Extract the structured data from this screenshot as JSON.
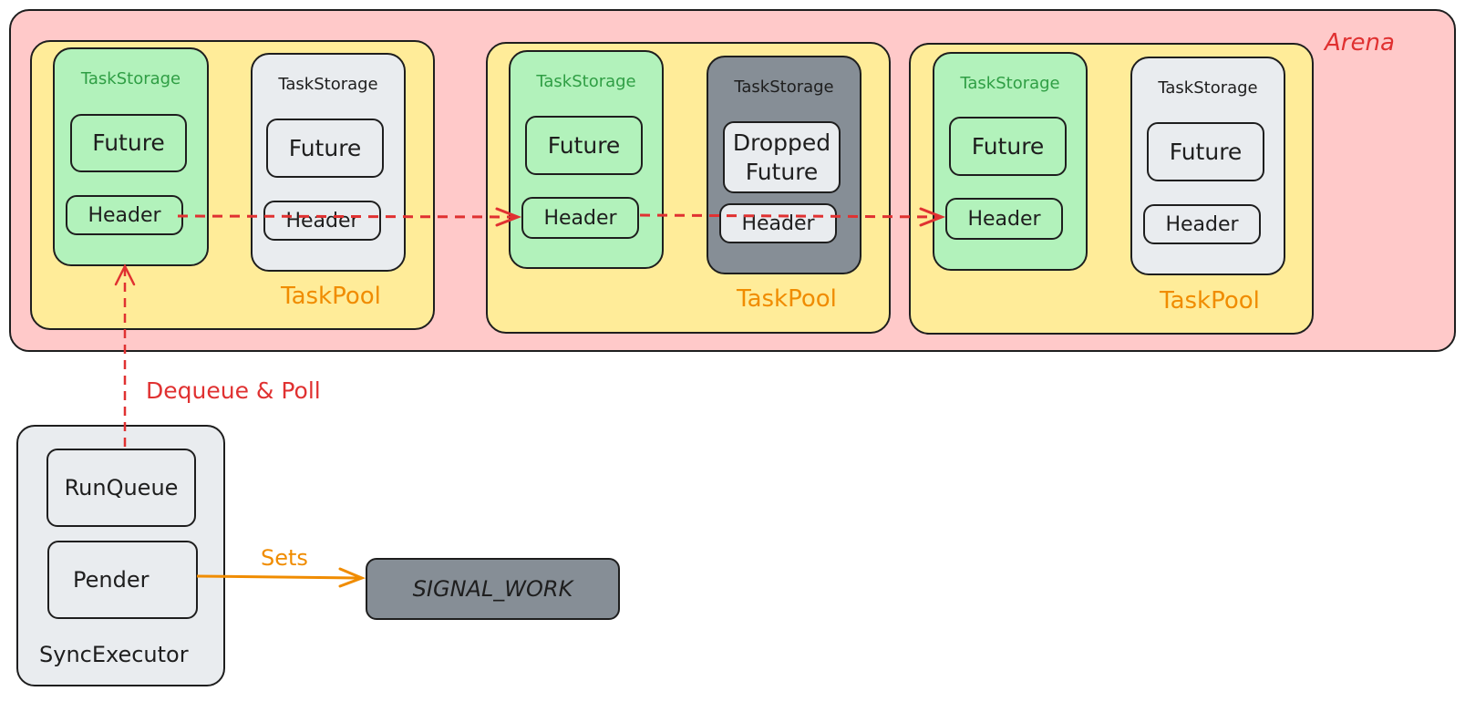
{
  "arena": {
    "label": "Arena"
  },
  "pools": [
    {
      "label": "TaskPool",
      "storages": [
        {
          "title": "TaskStorage",
          "future": "Future",
          "header": "Header",
          "state": "active"
        },
        {
          "title": "TaskStorage",
          "future": "Future",
          "header": "Header",
          "state": "free"
        }
      ]
    },
    {
      "label": "TaskPool",
      "storages": [
        {
          "title": "TaskStorage",
          "future": "Future",
          "header": "Header",
          "state": "active"
        },
        {
          "title": "TaskStorage",
          "future": "Dropped Future",
          "header": "Header",
          "state": "dropped"
        }
      ]
    },
    {
      "label": "TaskPool",
      "storages": [
        {
          "title": "TaskStorage",
          "future": "Future",
          "header": "Header",
          "state": "active"
        },
        {
          "title": "TaskStorage",
          "future": "Future",
          "header": "Header",
          "state": "free"
        }
      ]
    }
  ],
  "executor": {
    "label": "SyncExecutor",
    "run_queue": "RunQueue",
    "pender": "Pender"
  },
  "signal": {
    "label": "SIGNAL_WORK"
  },
  "edges": {
    "dequeue_poll": "Dequeue & Poll",
    "sets": "Sets"
  },
  "colors": {
    "arena": "#ffc9c9",
    "pool": "#ffec99",
    "active_storage": "#b2f2bb",
    "free_storage": "#e9ecef",
    "dropped_storage": "#868e96",
    "red_arrow": "#e03131",
    "orange_arrow": "#f08c00"
  }
}
